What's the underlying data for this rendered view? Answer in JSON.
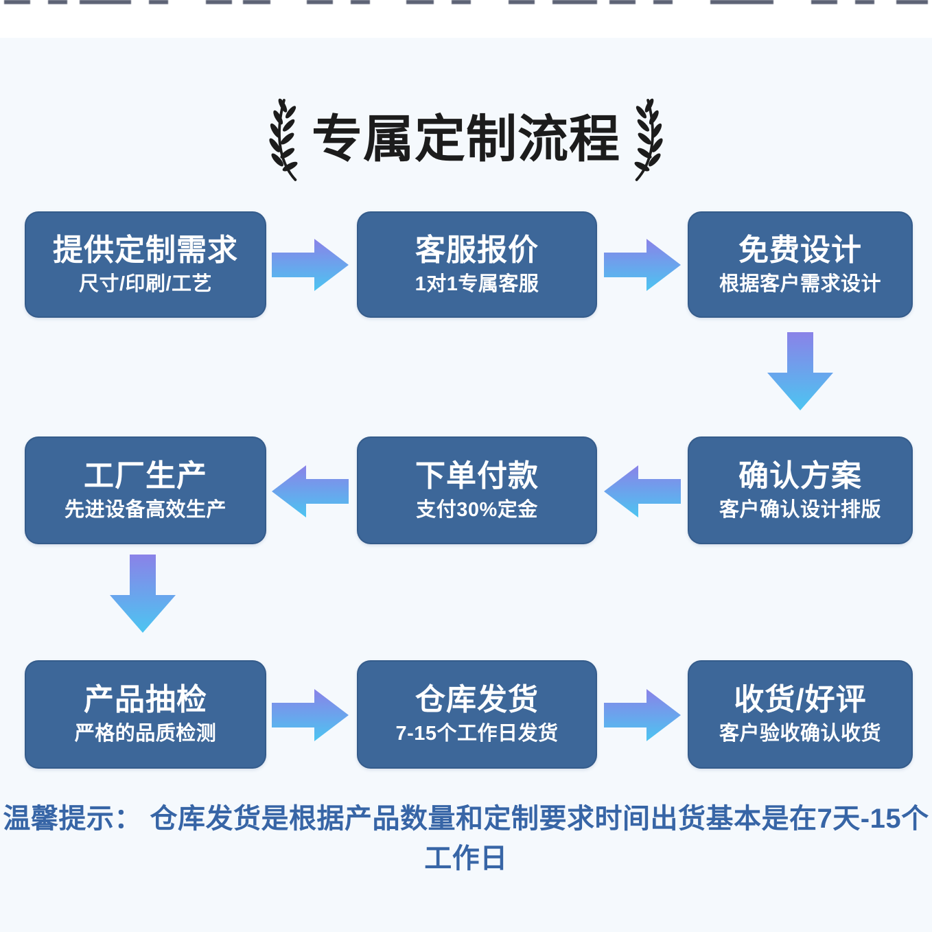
{
  "header": {
    "title": "专属定制流程",
    "decoration": "laurel-branches"
  },
  "steps": [
    {
      "row": 1,
      "col": 1,
      "title": "提供定制需求",
      "subtitle": "尺寸/印刷/工艺"
    },
    {
      "row": 1,
      "col": 2,
      "title": "客服报价",
      "subtitle": "1对1专属客服"
    },
    {
      "row": 1,
      "col": 3,
      "title": "免费设计",
      "subtitle": "根据客户需求设计"
    },
    {
      "row": 2,
      "col": 1,
      "title": "工厂生产",
      "subtitle": "先进设备高效生产"
    },
    {
      "row": 2,
      "col": 2,
      "title": "下单付款",
      "subtitle": "支付30%定金"
    },
    {
      "row": 2,
      "col": 3,
      "title": "确认方案",
      "subtitle": "客户确认设计排版"
    },
    {
      "row": 3,
      "col": 1,
      "title": "产品抽检",
      "subtitle": "严格的品质检测"
    },
    {
      "row": 3,
      "col": 2,
      "title": "仓库发货",
      "subtitle": "7-15个工作日发货"
    },
    {
      "row": 3,
      "col": 3,
      "title": "收货/好评",
      "subtitle": "客户验收确认收货"
    }
  ],
  "flow": {
    "order": [
      "提供定制需求",
      "客服报价",
      "免费设计",
      "确认方案",
      "下单付款",
      "工厂生产",
      "产品抽检",
      "仓库发货",
      "收货/好评"
    ],
    "arrows": [
      {
        "from": "提供定制需求",
        "to": "客服报价",
        "direction": "right"
      },
      {
        "from": "客服报价",
        "to": "免费设计",
        "direction": "right"
      },
      {
        "from": "免费设计",
        "to": "确认方案",
        "direction": "down"
      },
      {
        "from": "确认方案",
        "to": "下单付款",
        "direction": "left"
      },
      {
        "from": "下单付款",
        "to": "工厂生产",
        "direction": "left"
      },
      {
        "from": "工厂生产",
        "to": "产品抽检",
        "direction": "down"
      },
      {
        "from": "产品抽检",
        "to": "仓库发货",
        "direction": "right"
      },
      {
        "from": "仓库发货",
        "to": "收货/好评",
        "direction": "right"
      }
    ]
  },
  "footer": {
    "note": "温馨提示： 仓库发货是根据产品数量和定制要求时间出货基本是在7天-15个工作日"
  },
  "colors": {
    "box": "#3d6799",
    "panel_background": "#f5f9fd",
    "arrow_gradient_start": "#8a82e8",
    "arrow_gradient_end": "#4cc5f1",
    "note_text": "#3765a6",
    "title_text": "#1c1c1c",
    "box_text": "#ffffff"
  }
}
